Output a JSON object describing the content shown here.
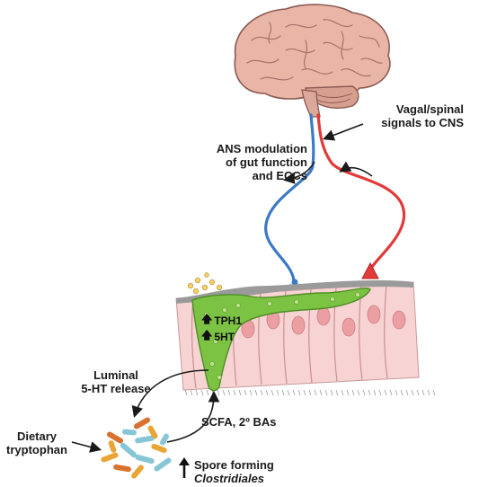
{
  "labels": {
    "vagal": [
      "Vagal/spinal",
      "signals to CNS"
    ],
    "ans": [
      "ANS modulation",
      "of gut function",
      "and ECCs"
    ],
    "tph1": "TPH1",
    "fivehti": "5HT",
    "luminal": [
      "Luminal",
      "5-HT release"
    ],
    "dietary": [
      "Dietary",
      "tryptophan"
    ],
    "scfa": "SCFA, 2º BAs",
    "spore": "Spore forming",
    "clostridiales": "Clostridiales"
  },
  "colors": {
    "brain": "#e9b5a6",
    "brain_outline": "#8a5a52",
    "efferent_nerve": "#3d79c4",
    "afferent_nerve": "#e23a3a",
    "enterochromaffin_cell": "#7cc243",
    "epithelial_cell": "#f7d3d3",
    "mucus_layer": "#9a9a9a"
  }
}
